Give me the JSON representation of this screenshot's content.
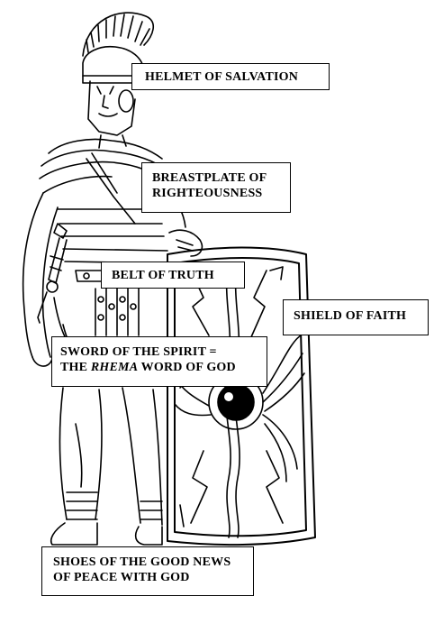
{
  "labels": {
    "helmet": "HELMET OF SALVATION",
    "breastplate_line1": "BREASTPLATE  OF",
    "breastplate_line2": "RIGHTEOUSNESS",
    "belt": "BELT OF TRUTH",
    "shield": "SHIELD OF FAITH",
    "sword_line1": "SWORD OF THE SPIRIT   =",
    "sword_line2_prefix": "THE ",
    "sword_line2_italic": "RHEMA",
    "sword_line2_suffix": " WORD OF GOD",
    "shoes_line1": "SHOES OF THE GOOD NEWS",
    "shoes_line2": "OF PEACE WITH GOD"
  }
}
